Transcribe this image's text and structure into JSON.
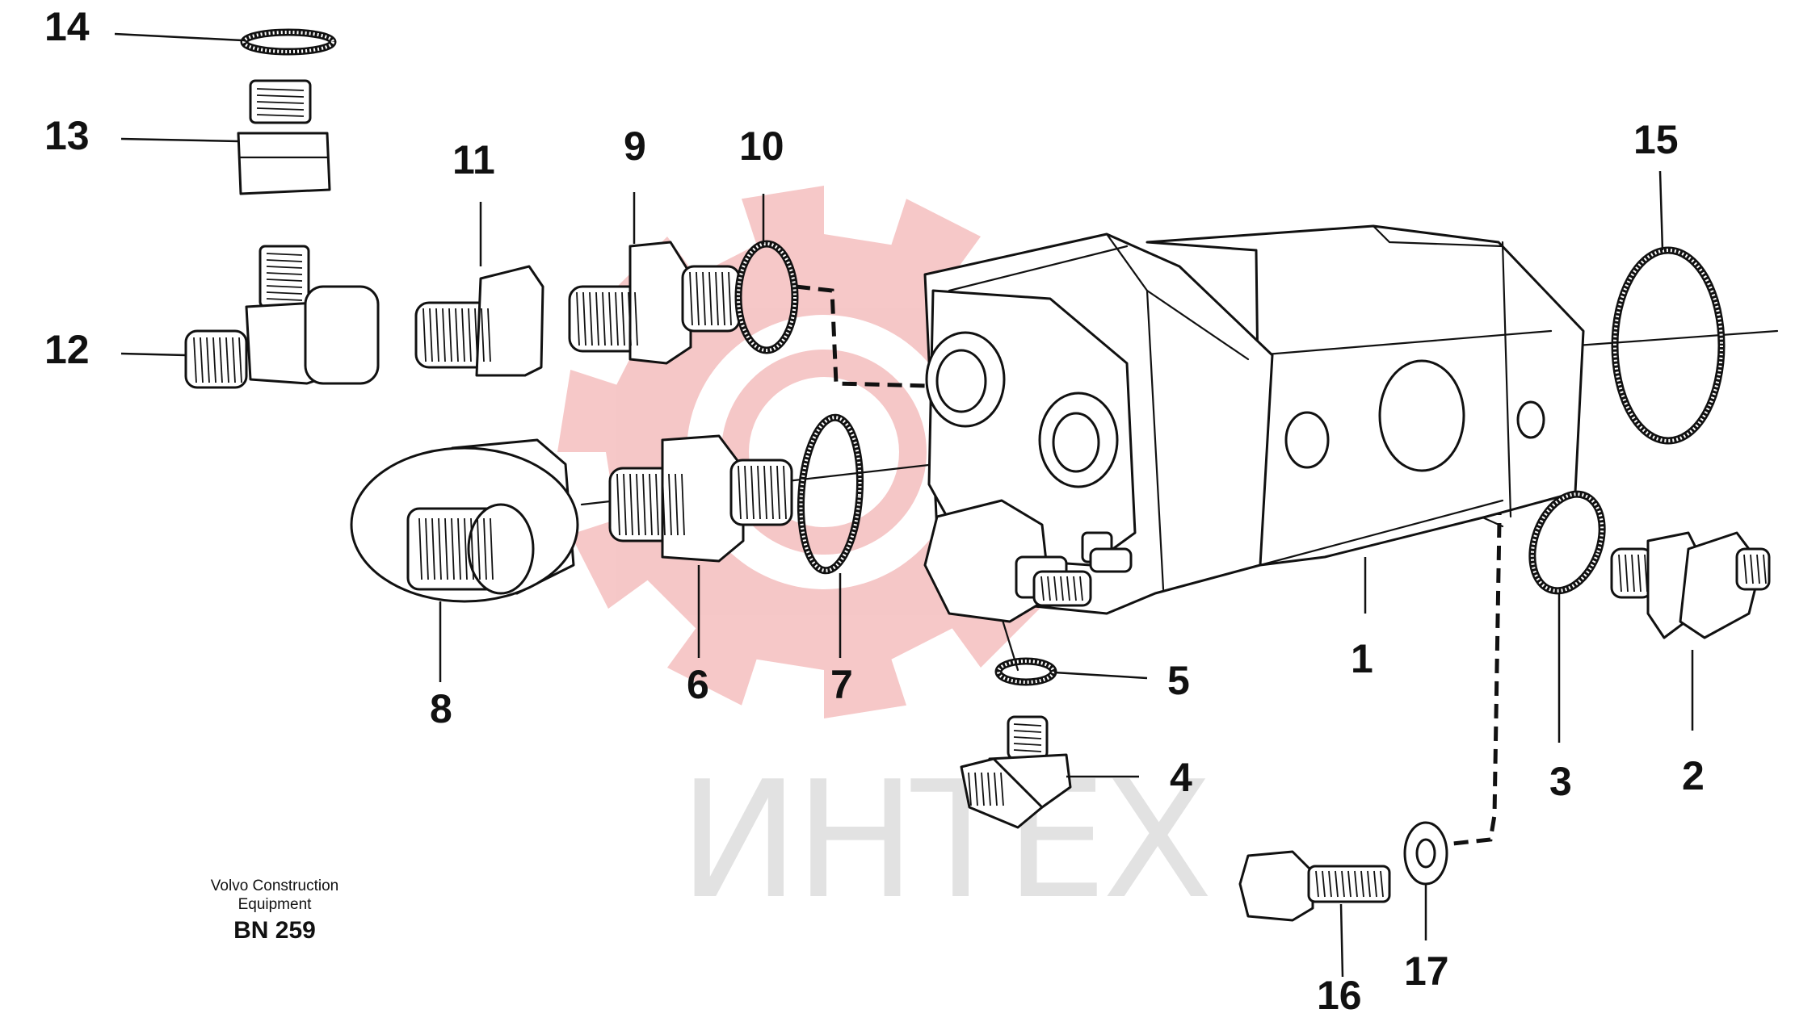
{
  "watermark": {
    "text": "ИНТЕХ",
    "logo": "gear-logo",
    "gear_color": "#f5c2c2",
    "text_color": "#e2e2e2"
  },
  "callouts": [
    "14",
    "13",
    "12",
    "11",
    "9",
    "10",
    "15",
    "8",
    "6",
    "7",
    "5",
    "1",
    "4",
    "3",
    "2",
    "16",
    "17"
  ],
  "credit": {
    "line1": "Volvo Construction",
    "line2": "Equipment",
    "code": "BN 259"
  }
}
